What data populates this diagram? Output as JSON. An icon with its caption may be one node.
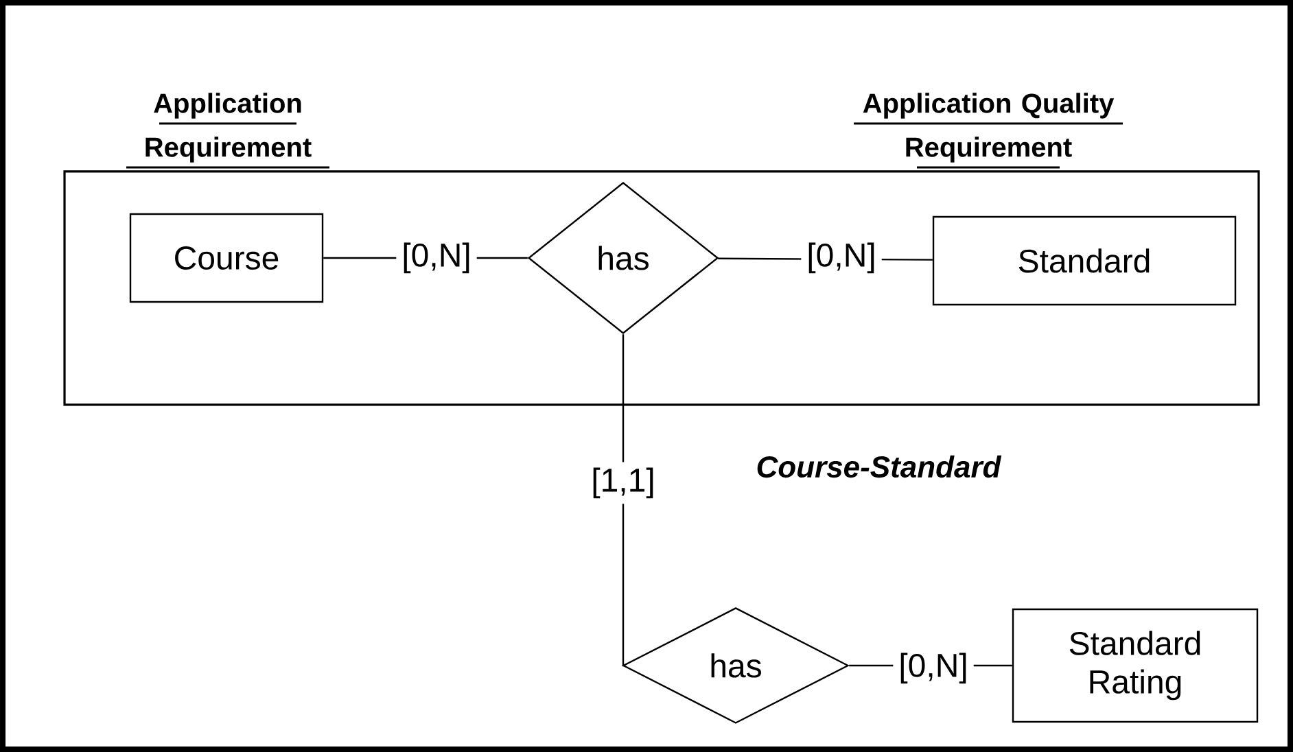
{
  "diagram": {
    "nodes": [
      {
        "text": [],
        "shape": "box",
        "beside": [
          "Course-Standard"
        ]
      },
      {
        "text": [
          "Course"
        ],
        "in": 0
      },
      {
        "text": [
          "has"
        ],
        "in": 0
      },
      {
        "text": [
          "Standard"
        ],
        "in": 0
      },
      {
        "text": [
          "has"
        ]
      },
      {
        "text": [
          "Standard Rating"
        ]
      }
    ],
    "edges": [
      {
        "from": 1,
        "to": 2,
        "arrow": "none",
        "label": "[0,N]"
      },
      {
        "from": 2,
        "to": 3,
        "arrow": "none",
        "label": "[0,N]"
      },
      {
        "from": 2,
        "to": 4,
        "arrow": "none",
        "label": "[1,1]"
      },
      {
        "from": 4,
        "to": 5,
        "arrow": "none",
        "label": "[0,N]"
      }
    ],
    "labels": [
      "Application Requirement",
      "Application Quality Requirement"
    ]
  }
}
